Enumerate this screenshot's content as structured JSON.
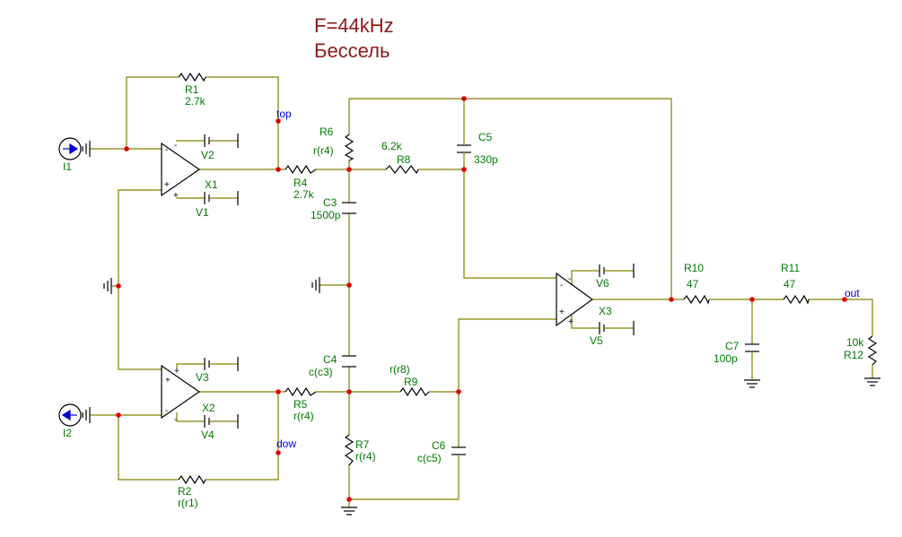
{
  "title": {
    "line1": "F=44kHz",
    "line2": "Бессель"
  },
  "nets": {
    "top": "top",
    "dow": "dow",
    "out": "out"
  },
  "components": {
    "R1": {
      "ref": "R1",
      "value": "2.7k"
    },
    "R2": {
      "ref": "R2",
      "value": "r(r1)"
    },
    "R4": {
      "ref": "R4",
      "value": "2.7k"
    },
    "R5": {
      "ref": "R5",
      "value": "r(r4)"
    },
    "R6": {
      "ref": "R6",
      "value": "r(r4)"
    },
    "R7": {
      "ref": "R7",
      "value": "r(r4)"
    },
    "R8": {
      "ref": "R8",
      "value": "6.2k"
    },
    "R9": {
      "ref": "R9",
      "value": "r(r8)"
    },
    "R10": {
      "ref": "R10",
      "value": "47"
    },
    "R11": {
      "ref": "R11",
      "value": "47"
    },
    "R12": {
      "ref": "R12",
      "value": "10k"
    },
    "C3": {
      "ref": "C3",
      "value": "1500p"
    },
    "C4": {
      "ref": "C4",
      "value": "c(c3)"
    },
    "C5": {
      "ref": "C5",
      "value": "330p"
    },
    "C6": {
      "ref": "C6",
      "value": "c(c5)"
    },
    "C7": {
      "ref": "C7",
      "value": "100p"
    },
    "I1": {
      "ref": "I1"
    },
    "I2": {
      "ref": "I2"
    },
    "X1": {
      "ref": "X1"
    },
    "X2": {
      "ref": "X2"
    },
    "X3": {
      "ref": "X3"
    },
    "V1": {
      "ref": "V1"
    },
    "V2": {
      "ref": "V2"
    },
    "V3": {
      "ref": "V3"
    },
    "V4": {
      "ref": "V4"
    },
    "V5": {
      "ref": "V5"
    },
    "V6": {
      "ref": "V6"
    }
  },
  "pins": {
    "minus": "-",
    "plus": "+"
  },
  "colors": {
    "wire": "#808000",
    "junction": "#e00000",
    "label": "#007a00",
    "net_label": "#0000e0",
    "title": "#8b1a1a"
  }
}
